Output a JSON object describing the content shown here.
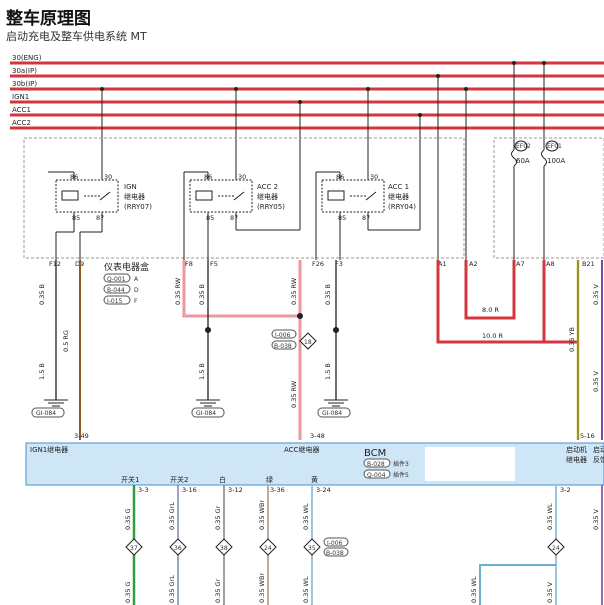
{
  "title": "整车原理图",
  "subtitle": "启动充电及整车供电系统 MT",
  "buses": [
    {
      "name": "30(ENG)"
    },
    {
      "name": "30a(IP)"
    },
    {
      "name": "30b(IP)"
    },
    {
      "name": "IGN1"
    },
    {
      "name": "ACC1"
    },
    {
      "name": "ACC2"
    }
  ],
  "relays": [
    {
      "name": "IGN",
      "desc": "继电器",
      "code": "(RRY07)",
      "p86": "86",
      "p30": "30",
      "p85": "85",
      "p87": "87"
    },
    {
      "name": "ACC 2",
      "desc": "继电器",
      "code": "(RRY05)",
      "p86": "86",
      "p30": "30",
      "p85": "85",
      "p87": "87"
    },
    {
      "name": "ACC 1",
      "desc": "继电器",
      "code": "(RRY04)",
      "p86": "86",
      "p30": "30",
      "p85": "85",
      "p87": "87"
    }
  ],
  "fuses": [
    {
      "code": "EF02",
      "rating": "60A"
    },
    {
      "code": "EF01",
      "rating": "100A"
    }
  ],
  "pins": {
    "f12": "F12",
    "d9": "D9",
    "f8": "F8",
    "f5": "F5",
    "f26": "F26",
    "f3": "F3",
    "a1": "A1",
    "a2": "A2",
    "a7": "A7",
    "a8": "A8",
    "b21": "B21",
    "b349": "3-49",
    "b348": "3-48",
    "b516": "5-16",
    "s33": "3-3",
    "s316": "3-16",
    "s312": "3-12",
    "s336": "3-36",
    "s324": "3-24",
    "s32": "3-2"
  },
  "fusebox": {
    "name": "仪表电器盒",
    "connectors": [
      {
        "code": "Q-001",
        "pin": "A"
      },
      {
        "code": "B-044",
        "pin": "D"
      },
      {
        "code": "I-015",
        "pin": "F"
      }
    ]
  },
  "wires": {
    "w035b_1": "0.35 B",
    "w05rg": "0.5 RG",
    "w15b_1": "1.5 B",
    "w035rw_1": "0.35 RW",
    "w035b_2": "0.35 B",
    "w035rw_2": "0.35 RW",
    "w15b_2": "1.5 B",
    "w035rw_3": "0.35 RW",
    "w035b_3": "0.35 B",
    "w15b_3": "1.5 B",
    "w80r": "8.0 R",
    "w100r": "10.0 R",
    "w035yb": "0.35 YB",
    "w035v_1": "0.35 V",
    "w035v_2": "0.35 V",
    "wg_1": "0.35 G",
    "wgrl_1": "0.35 GrL",
    "wgr_1": "0.35 Gr",
    "wwbr_1": "0.35 WBr",
    "wwl_1": "0.35 WL",
    "wg_2": "0.35 G",
    "wgrl_2": "0.35 GrL",
    "wgr_2": "0.35 Gr",
    "wwbr_2": "0.35 WBr",
    "wwl_2": "0.35 WL",
    "wwl_3": "0.35 WL",
    "wwl_4": "0.35 WL",
    "wv_3": "0.35 V",
    "wv_4": "0.35 V"
  },
  "grounds": [
    "GI-084",
    "GI-084",
    "GI-084"
  ],
  "splice": {
    "top": {
      "c1": "I-006",
      "c2": "B-038",
      "n": "18"
    },
    "bottom": {
      "c1": "I-006",
      "c2": "B-038",
      "n": "35"
    }
  },
  "bcm": {
    "name": "BCM",
    "conn1": {
      "code": "B-028",
      "text": "插件3"
    },
    "conn2": {
      "code": "Q-004",
      "text": "插件5"
    },
    "ign_label": "IGN1继电器",
    "acc_label": "ACC继电器",
    "start_label1": "启动机",
    "start_label2": "继电器",
    "right1": "启动",
    "right2": "反馈"
  },
  "switches": [
    "开关1",
    "开关2",
    "白",
    "绿",
    "黄"
  ],
  "diamonds": [
    "37",
    "36",
    "38",
    "24",
    "35",
    "24"
  ]
}
